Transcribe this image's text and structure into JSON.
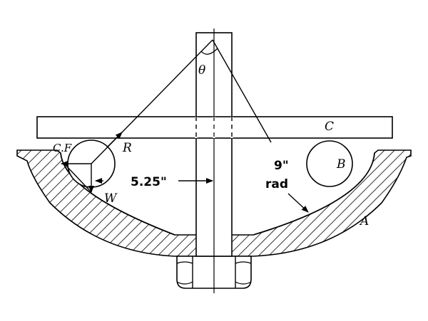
{
  "labels": {
    "theta": "θ",
    "c": "C",
    "b": "B",
    "a": "A",
    "cf": "C.F",
    "r": "R",
    "w": "W",
    "dim_5_25": "5.25\"",
    "dim_9": "9\"",
    "rad": "rad"
  }
}
